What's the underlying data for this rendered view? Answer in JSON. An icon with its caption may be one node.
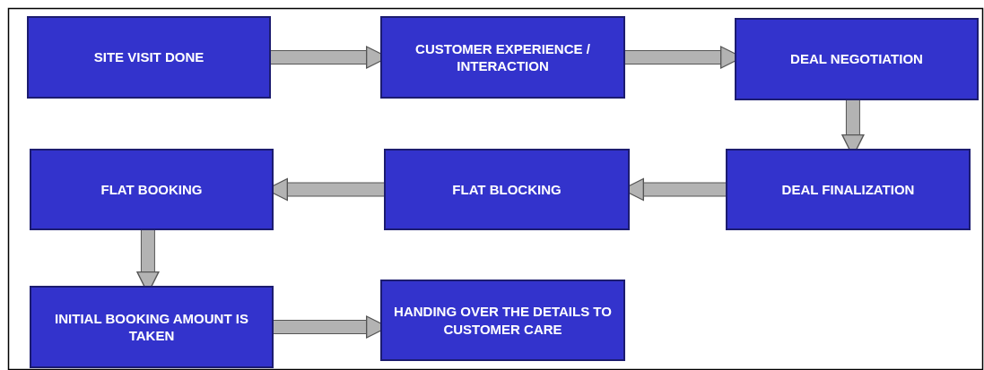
{
  "diagram": {
    "nodes": [
      {
        "text": [
          "SITE VISIT DONE"
        ]
      },
      {
        "text": [
          "CUSTOMER EXPERIENCE / INTERACTION"
        ]
      },
      {
        "text": [
          "DEAL NEGOTIATION"
        ]
      },
      {
        "text": [
          "DEAL FINALIZATION"
        ]
      },
      {
        "text": [
          "FLAT BLOCKING"
        ]
      },
      {
        "text": [
          "FLAT BOOKING"
        ]
      },
      {
        "text": [
          "INITIAL BOOKING AMOUNT IS TAKEN"
        ]
      },
      {
        "text": [
          "HANDING OVER THE DETAILS TO CUSTOMER CARE"
        ]
      }
    ],
    "edges": [
      {
        "from": 0,
        "to": 1,
        "arrow": "to"
      },
      {
        "from": 1,
        "to": 2,
        "arrow": "to"
      },
      {
        "from": 2,
        "to": 3,
        "arrow": "to"
      },
      {
        "from": 3,
        "to": 4,
        "arrow": "to"
      },
      {
        "from": 4,
        "to": 5,
        "arrow": "to"
      },
      {
        "from": 5,
        "to": 6,
        "arrow": "to"
      },
      {
        "from": 6,
        "to": 7,
        "arrow": "to"
      }
    ]
  }
}
